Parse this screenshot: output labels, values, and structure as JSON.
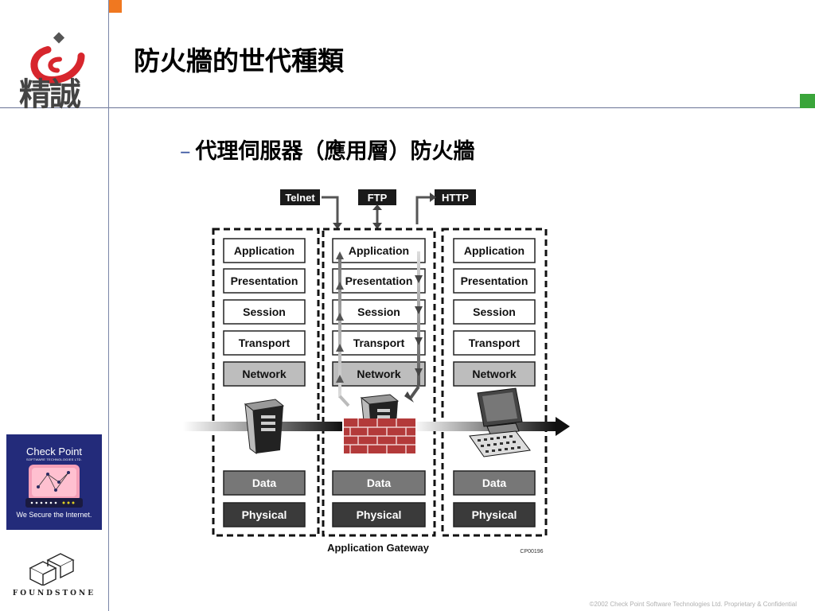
{
  "header": {
    "logo_text": "精誠",
    "title": "防火牆的世代種類"
  },
  "content": {
    "bullet": "–",
    "subtitle": "代理伺服器（應用層）防火牆"
  },
  "diagram": {
    "protocols": [
      "Telnet",
      "FTP",
      "HTTP"
    ],
    "layers": [
      "Application",
      "Presentation",
      "Session",
      "Transport",
      "Network",
      "Data",
      "Physical"
    ],
    "caption": "Application Gateway",
    "code": "CP00196"
  },
  "sidebar": {
    "checkpoint_name": "Check Point",
    "checkpoint_sub": "SOFTWARE TECHNOLOGIES LTD.",
    "checkpoint_tagline": "We Secure the Internet.",
    "foundstone": "FOUNDSTONE"
  },
  "footer": {
    "copyright": "©2002 Check Point Software Technologies Ltd. Proprietary & Confidential"
  },
  "colors": {
    "brand_red": "#d7262d",
    "orange": "#f07820",
    "green": "#3aa53a",
    "navy": "#232b7a"
  }
}
